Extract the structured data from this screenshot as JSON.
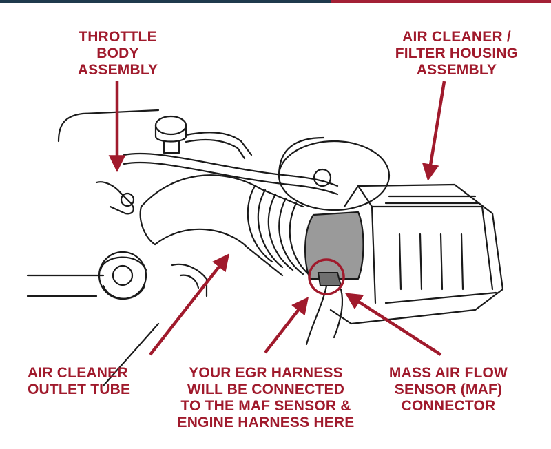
{
  "colors": {
    "label": "#a01a2c",
    "line_art": "#1a1a1a",
    "sensor_fill": "#9a9a9a",
    "top_bar_left": "#1f3a4d",
    "top_bar_right": "#a32035"
  },
  "labels": {
    "throttle_body": [
      "THROTTLE",
      "BODY",
      "ASSEMBLY"
    ],
    "air_cleaner_housing": [
      "AIR CLEANER /",
      "FILTER HOUSING",
      "ASSEMBLY"
    ],
    "outlet_tube": [
      "AIR CLEANER",
      "OUTLET TUBE"
    ],
    "egr_harness": [
      "YOUR EGR HARNESS",
      "WILL BE CONNECTED",
      "TO THE MAF SENSOR &",
      "ENGINE HARNESS HERE"
    ],
    "maf_connector": [
      "MASS AIR FLOW",
      "SENSOR (MAF)",
      "CONNECTOR"
    ]
  }
}
